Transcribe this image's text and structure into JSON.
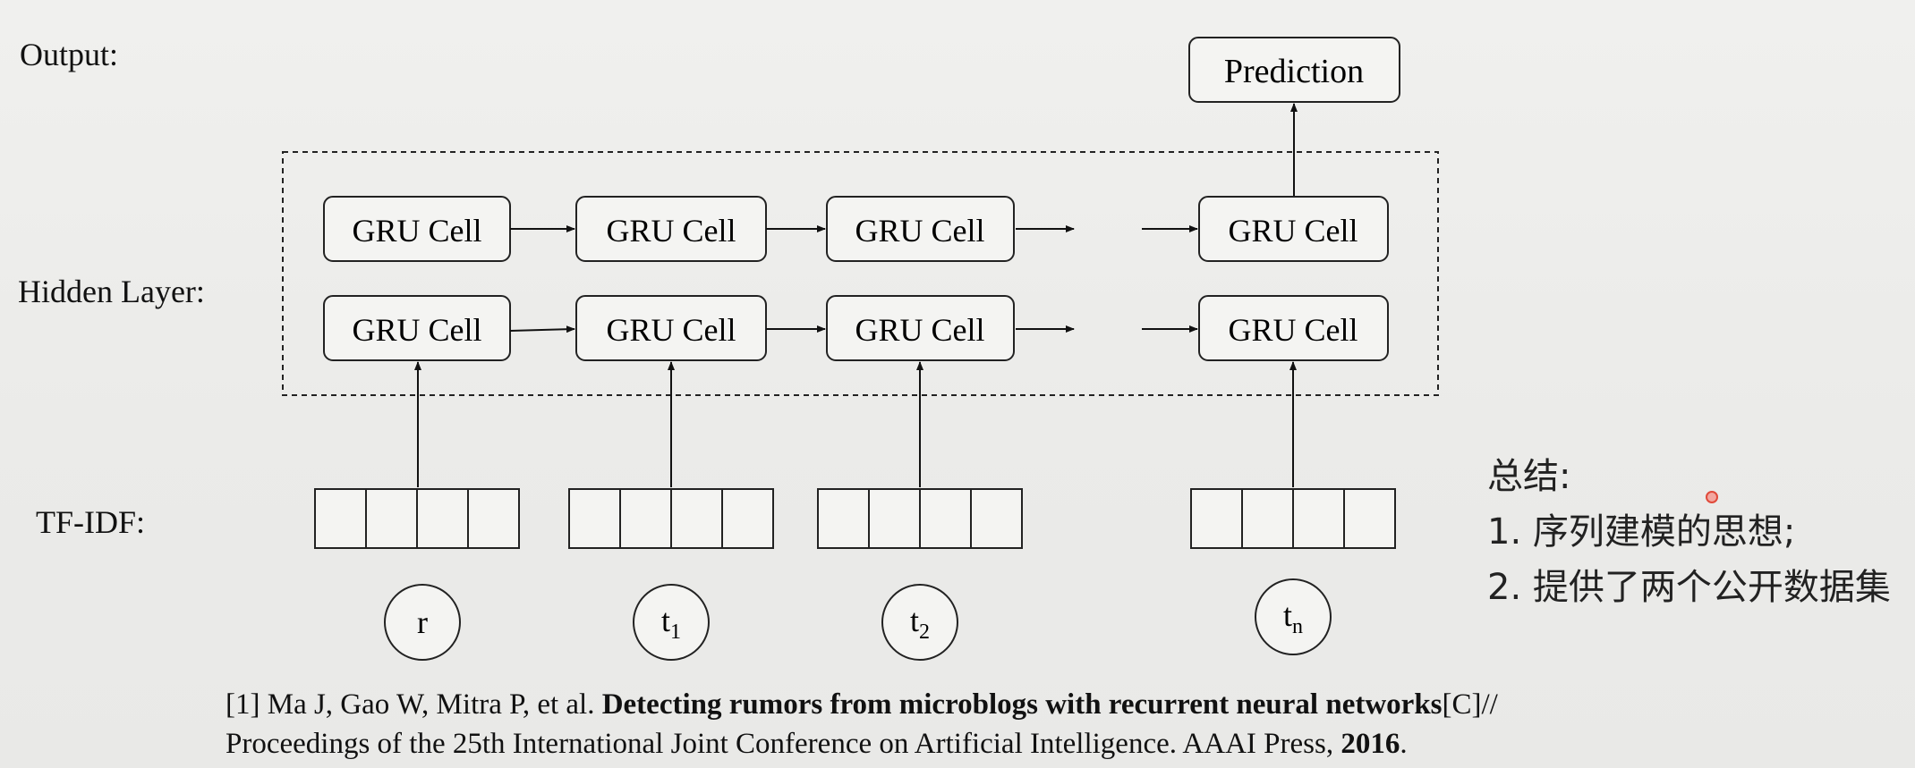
{
  "labels": {
    "output": "Output:",
    "hidden_layer": "Hidden Layer:",
    "tfidf": "TF-IDF:"
  },
  "prediction": "Prediction",
  "gru_cell_label": "GRU Cell",
  "inputs": [
    {
      "base": "r",
      "sub": ""
    },
    {
      "base": "t",
      "sub": "1"
    },
    {
      "base": "t",
      "sub": "2"
    },
    {
      "base": "t",
      "sub": "n"
    }
  ],
  "summary": {
    "title": "总结:",
    "items": [
      "1. 序列建模的思想;",
      "2. 提供了两个公开数据集"
    ]
  },
  "reference": {
    "prefix": "[1] Ma J, Gao W, Mitra P, et al. ",
    "title": "Detecting rumors from microblogs with recurrent neural networks",
    "suffix": "[C]//",
    "line2": "Proceedings of the 25th International Joint Conference on Artificial Intelligence. AAAI Press, ",
    "year": "2016",
    "end": "."
  }
}
